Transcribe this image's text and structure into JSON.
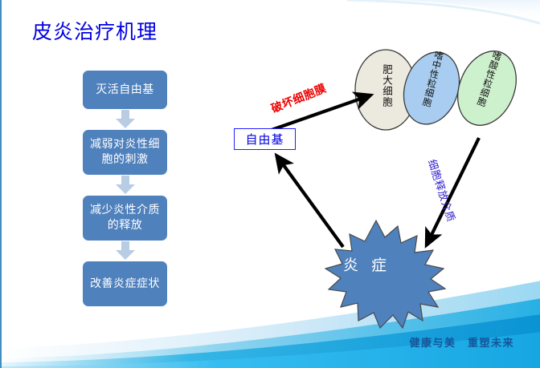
{
  "slide": {
    "title": "皮炎治疗机理",
    "title_color": "#0000e0",
    "background": "#ffffff"
  },
  "flow": {
    "steps": [
      {
        "label": "灭活自由基"
      },
      {
        "label": "减弱对炎性细胞的刺激"
      },
      {
        "label": "减少炎性介质的释放"
      },
      {
        "label": "改善炎症症状"
      }
    ],
    "box_color": "#4f81bd",
    "arrow_color": "#b8cce4",
    "text_color": "#ffffff"
  },
  "diagram": {
    "radical": {
      "label": "自由基",
      "border_color": "#2020ff",
      "text_color": "#0000e0"
    },
    "damage_label": {
      "text": "破坏细胞膜",
      "color": "#ee0000"
    },
    "release_label": {
      "text": "细胞释放介质",
      "color": "#3322cc"
    },
    "cells": [
      {
        "label": "肥大细胞",
        "fill": "#ece9de"
      },
      {
        "label": "嗜中性粒细胞",
        "fill": "#a8cdf0"
      },
      {
        "label": "嗜酸性粒细胞",
        "fill": "#cdf0cd"
      }
    ],
    "inflammation": {
      "label": "炎 症",
      "fill": "#4f81bd",
      "text_color": "#ffffff"
    }
  },
  "footer": {
    "tagline": "健康与美　重塑未来",
    "color": "#15559a",
    "wave_colors": [
      "#d9eefb",
      "#7fd0f2",
      "#1fa8e0",
      "#0f9ad8",
      "#31bdf0"
    ]
  }
}
